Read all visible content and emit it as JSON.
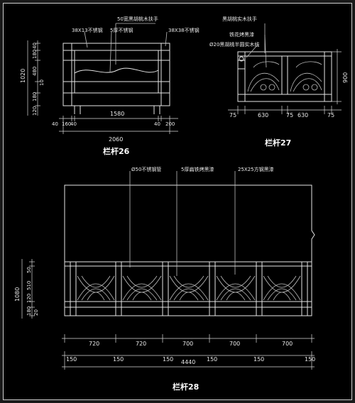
{
  "rail26": {
    "title": "栏杆26",
    "callouts": [
      "50宽黑胡桃木扶手",
      "38X13不锈钢",
      "5厚不锈钢",
      "38X38不锈钢"
    ],
    "dims_left_outer": "1020",
    "dims_left": [
      "40",
      "180",
      "480",
      "10",
      "180",
      "120"
    ],
    "dims_bottom": [
      "40",
      "160",
      "40",
      "1580",
      "40",
      "200"
    ],
    "total": "2060"
  },
  "rail27": {
    "title": "栏杆27",
    "callouts": [
      "黑胡桃实木扶手",
      "铁花烤黑漆",
      "Ø20黑胡桃半圆实木线"
    ],
    "dims_right": "900",
    "dims_bottom": [
      "75",
      "630",
      "75",
      "630",
      "75"
    ]
  },
  "rail28": {
    "title": "栏杆28",
    "callouts": [
      "Ø50不锈钢管",
      "5厚扁铁烤黑漆",
      "25X25方钢黑漆"
    ],
    "dims_left_outer": "1080",
    "dims_left": [
      "50",
      "510",
      "120",
      "180",
      "20"
    ],
    "panel_dims": [
      "720",
      "720",
      "700",
      "700",
      "700"
    ],
    "post_dims": [
      "150",
      "150",
      "150",
      "150",
      "150",
      "150"
    ],
    "total": "4440"
  }
}
